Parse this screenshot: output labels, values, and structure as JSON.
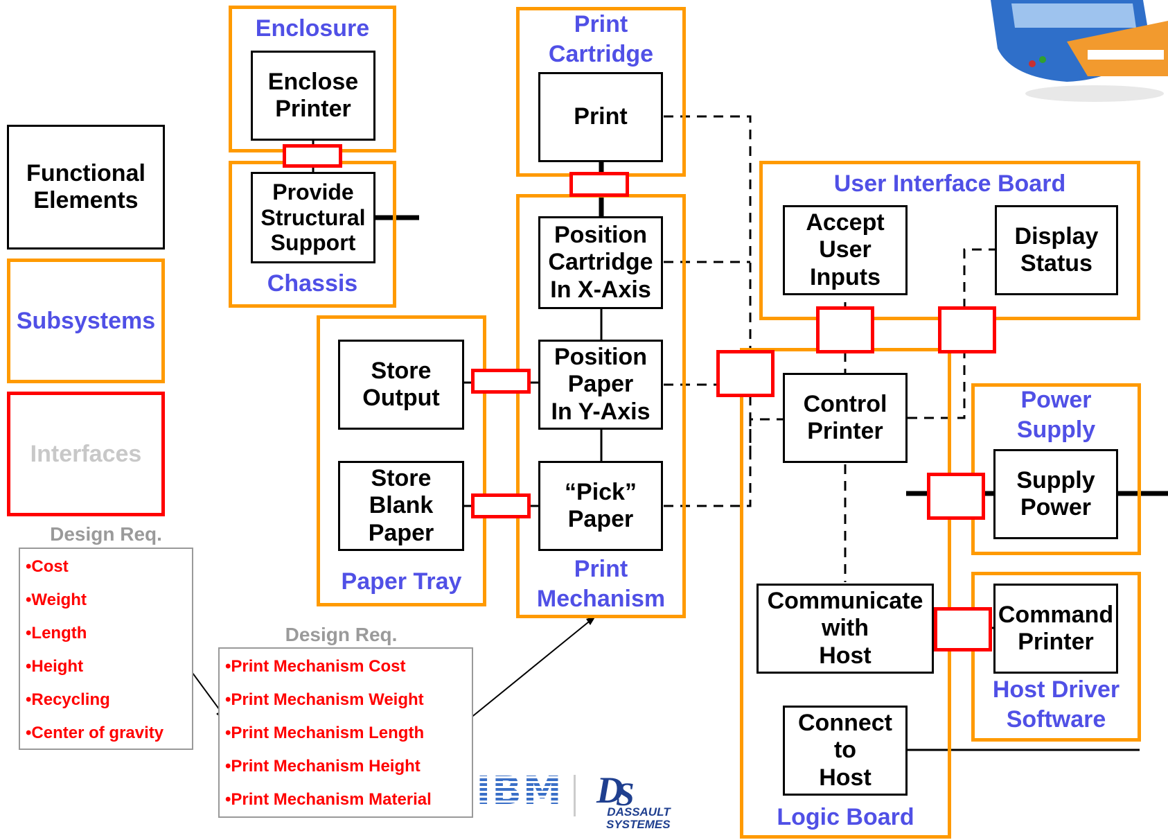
{
  "legend": {
    "functional": "Functional\nElements",
    "subsystems": "Subsystems",
    "interfaces": "Interfaces"
  },
  "subsystems": {
    "enclosure": "Enclosure",
    "chassis": "Chassis",
    "print_cartridge": "Print\nCartridge",
    "paper_tray": "Paper Tray",
    "print_mechanism": "Print\nMechanism",
    "user_interface_board": "User Interface Board",
    "power_supply": "Power\nSupply",
    "host_driver_software": "Host Driver\nSoftware",
    "logic_board": "Logic Board"
  },
  "functions": {
    "enclose_printer": "Enclose\nPrinter",
    "provide_structural_support": "Provide\nStructural\nSupport",
    "print": "Print",
    "position_cartridge": "Position\nCartridge\nIn X-Axis",
    "store_output": "Store\nOutput",
    "position_paper": "Position\nPaper\nIn Y-Axis",
    "store_blank_paper": "Store\nBlank\nPaper",
    "pick_paper": "“Pick”\nPaper",
    "accept_user_inputs": "Accept\nUser\nInputs",
    "display_status": "Display\nStatus",
    "control_printer": "Control\nPrinter",
    "supply_power": "Supply\nPower",
    "communicate_with_host": "Communicate\nwith\nHost",
    "command_printer": "Command\nPrinter",
    "connect_to_host": "Connect\nto\nHost"
  },
  "design_req_1": {
    "title": "Design Req.",
    "items": [
      "•Cost",
      "•Weight",
      "•Length",
      "•Height",
      "•Recycling",
      "•Center of gravity"
    ]
  },
  "design_req_2": {
    "title": "Design Req.",
    "items": [
      "•Print Mechanism Cost",
      "•Print Mechanism Weight",
      "•Print Mechanism Length",
      "•Print Mechanism Height",
      "•Print Mechanism Material"
    ]
  },
  "logos": {
    "ibm": "IBM",
    "dassault": "DASSAULT\nSYSTEMES"
  },
  "colors": {
    "subsystem_border": "#ff9a00",
    "interface_border": "#ff0000",
    "subsystem_label": "#5050e6",
    "requirement_text": "#ff0000"
  }
}
